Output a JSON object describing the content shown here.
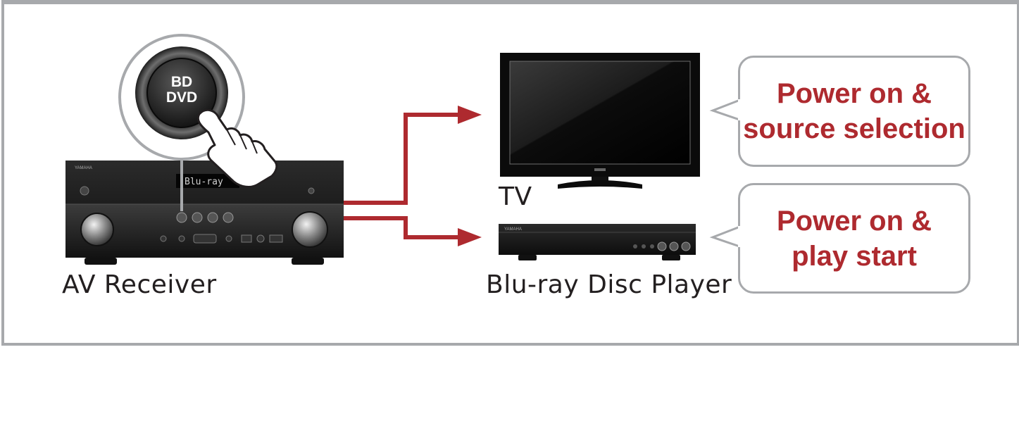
{
  "button": {
    "line1": "BD",
    "line2": "DVD"
  },
  "receiver": {
    "label": "AV Receiver",
    "display_text": "Blu-ray",
    "brand": "YAMAHA"
  },
  "tv": {
    "label": "TV"
  },
  "player": {
    "label": "Blu-ray Disc Player",
    "brand": "YAMAHA"
  },
  "bubbles": [
    {
      "text": "Power on &\nsource selection"
    },
    {
      "text": "Power on &\nplay start"
    }
  ],
  "colors": {
    "accent": "#ae2a2f",
    "frame": "#a7a9ac",
    "device": "#1a1a1a"
  }
}
